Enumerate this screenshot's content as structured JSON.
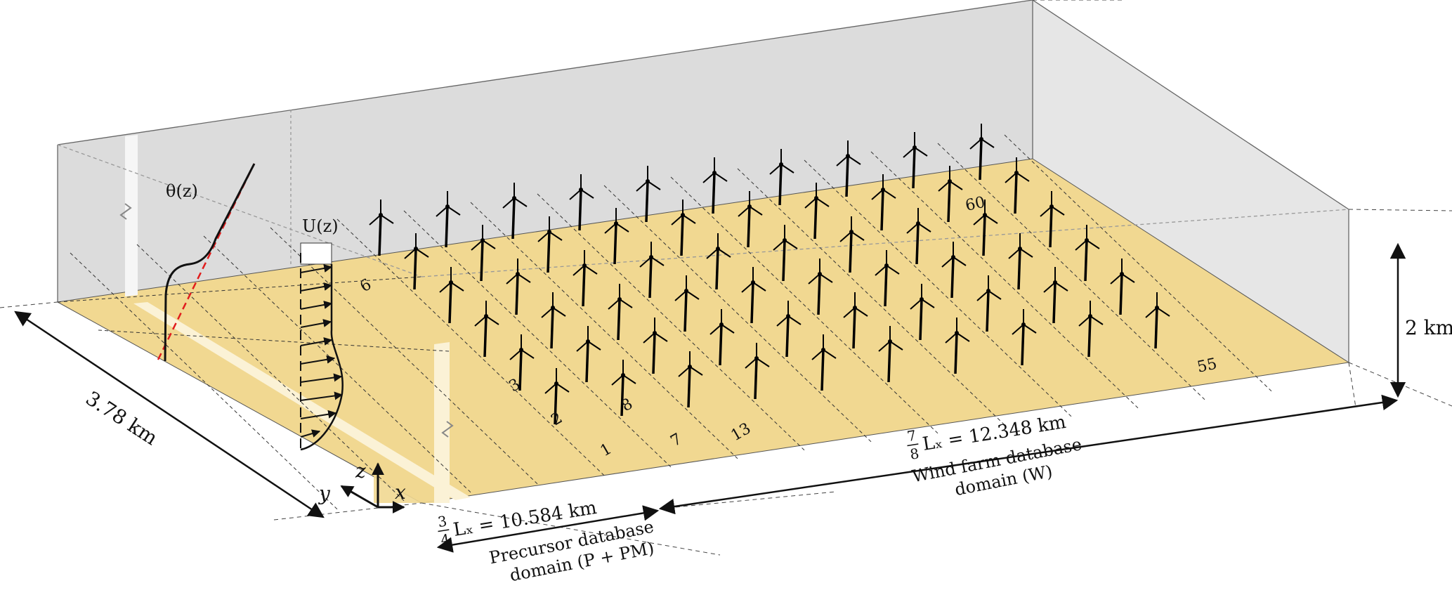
{
  "figure": {
    "labels": {
      "width_dim": "3.78 km",
      "height_dim": "2 km",
      "theta": "θ(z)",
      "velocity": "U(z)",
      "axis_z": "z",
      "axis_y": "y",
      "axis_x": "x",
      "precursor_len_frac_num": "3",
      "precursor_len_frac_den": "4",
      "precursor_len_rest": "Lₓ = 10.584 km",
      "windfarm_len_frac_num": "7",
      "windfarm_len_frac_den": "8",
      "windfarm_len_rest": "Lₓ = 12.348 km",
      "precursor_domain_line1": "Precursor database",
      "precursor_domain_line2": "domain (P + PM)",
      "windfarm_domain_line1": "Wind farm database",
      "windfarm_domain_line2": "domain (W)"
    },
    "turbine_numbers": {
      "n1": "1",
      "n2": "2",
      "n3": "3",
      "n6": "6",
      "n7": "7",
      "n8": "8",
      "n13": "13",
      "n55": "55",
      "n60": "60"
    },
    "colors": {
      "ground": "#f1d891",
      "box_face": "#e3e3e3",
      "strip": "#fbf2d6",
      "turbine": "#000000",
      "temperature_fit": "#e11d1d"
    },
    "turbine_layout": {
      "rows": 6,
      "columns": 10
    }
  }
}
